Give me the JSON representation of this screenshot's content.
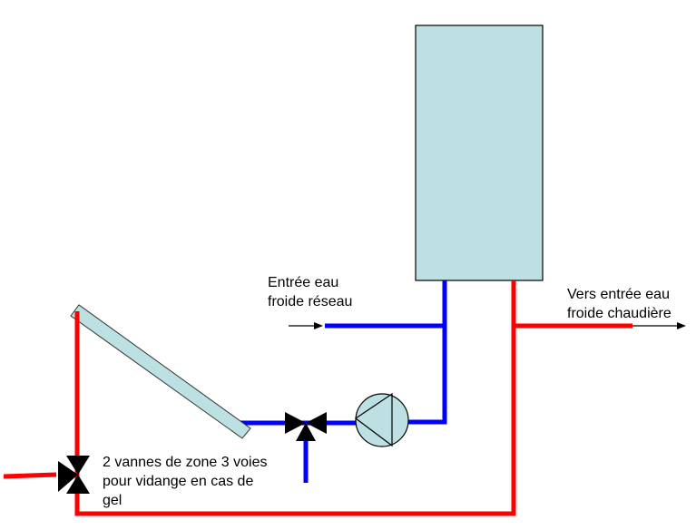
{
  "labels": {
    "inlet_line1": "Entrée eau",
    "inlet_line2": "froide réseau",
    "outlet_line1": "Vers entrée eau",
    "outlet_line2": "froide chaudière",
    "valves_line1": "2 vannes de zone 3 voies",
    "valves_line2": "pour vidange en cas de",
    "valves_line3": "gel"
  },
  "colors": {
    "hot": "#ff0000",
    "cold": "#0000ff",
    "component_fill": "#bde0e3"
  }
}
